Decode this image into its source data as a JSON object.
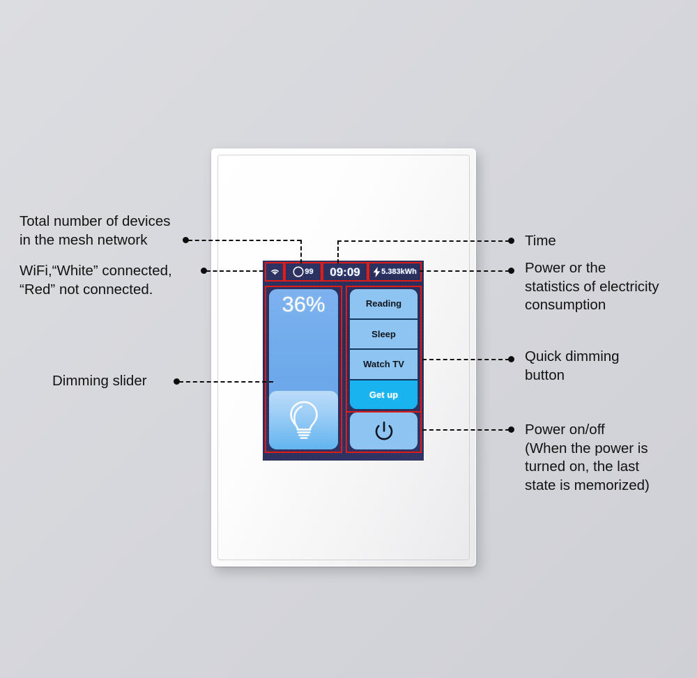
{
  "background_color": "#d8d9dd",
  "accent_color": "#e01c19",
  "device": {
    "name": "smart-dimmer-wall-switch",
    "screen": {
      "status_bar": {
        "wifi_icon": "wifi-icon",
        "mesh_icon": "mesh-devices-icon",
        "mesh_count": "99",
        "time": "09:09",
        "power_icon": "lightning-bolt-icon",
        "power_value": "5.383kWh"
      },
      "dimmer": {
        "percent_label": "36%",
        "percent_value": 36,
        "bulb_icon": "light-bulb-icon"
      },
      "scenes": [
        {
          "label": "Reading",
          "active": false
        },
        {
          "label": "Sleep",
          "active": false
        },
        {
          "label": "Watch\nTV",
          "active": false
        },
        {
          "label": "Get up",
          "active": true
        }
      ],
      "power_button": {
        "icon": "power-icon"
      }
    }
  },
  "annotations": {
    "mesh_devices": "Total number of devices\nin the mesh network",
    "wifi": "WiFi,“White”  connected,\n“Red”  not connected.",
    "dimming_slider": "Dimming slider",
    "time": "Time",
    "power_stats": "Power or the\nstatistics of electricity\nconsumption",
    "quick_dimming": "Quick dimming\nbutton",
    "power_onoff": "Power on/off\n(When the power is\nturned on, the last\nstate is memorized)"
  }
}
